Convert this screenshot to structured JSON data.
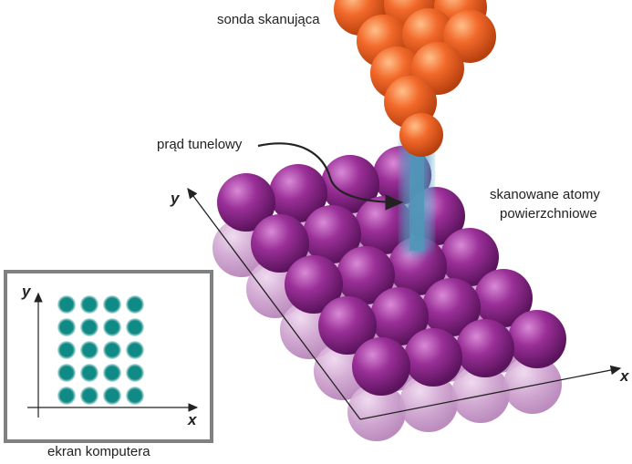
{
  "labels": {
    "probe": "sonda skanująca",
    "tunnel_current": "prąd tunelowy",
    "surface_atoms_line1": "skanowane atomy",
    "surface_atoms_line2": "powierzchniowe",
    "screen": "ekran komputera"
  },
  "axes": {
    "x": "x",
    "y": "y"
  },
  "screen_axes": {
    "x": "x",
    "y": "y"
  },
  "grid": {
    "rows": 5,
    "cols": 4
  },
  "colors": {
    "probe": "#f06a2a",
    "atom": "#8e2a8e",
    "atom_lower": "#c79ac9",
    "current": "#5aa7c8",
    "screen_dot": "#0f8a85",
    "screen_frame": "#808080"
  }
}
